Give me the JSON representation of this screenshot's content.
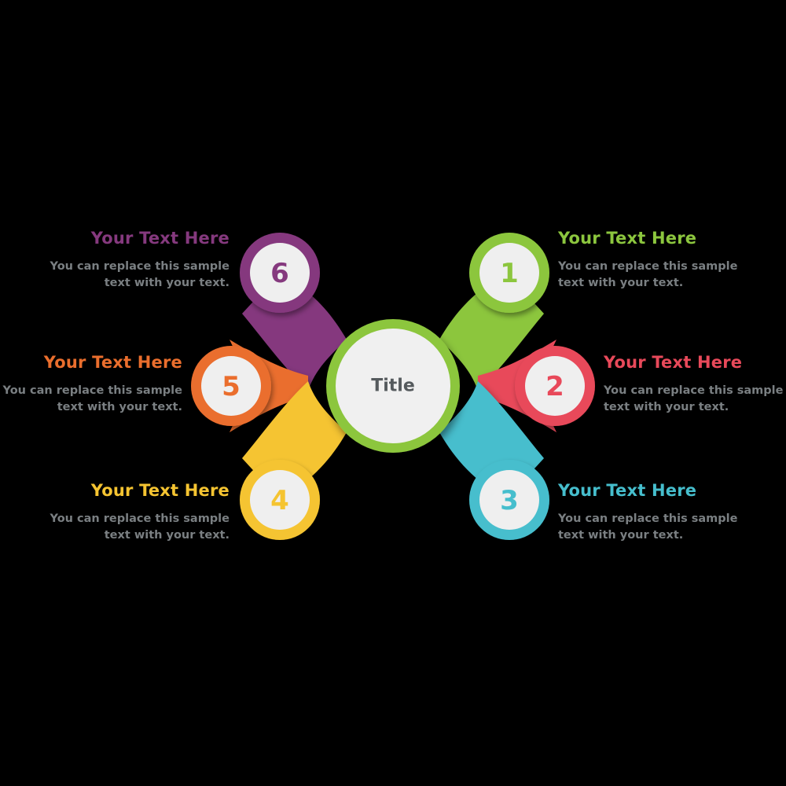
{
  "center": {
    "title": "Title",
    "ring_color": "#8CC63E",
    "fill_color": "#F0F0F0",
    "title_color": "#555A5D"
  },
  "nodes": [
    {
      "number": "1",
      "color": "#8CC63E",
      "heading": "Your Text Here",
      "body": "You can replace this sample text with your text.",
      "side": "right",
      "position": "top-right"
    },
    {
      "number": "2",
      "color": "#E8495A",
      "heading": "Your Text Here",
      "body": "You can replace this sample text with your text.",
      "side": "right",
      "position": "middle-right"
    },
    {
      "number": "3",
      "color": "#46BECD",
      "heading": "Your Text Here",
      "body": "You can replace this sample text with your text.",
      "side": "right",
      "position": "bottom-right"
    },
    {
      "number": "4",
      "color": "#F5C431",
      "heading": "Your Text Here",
      "body": "You can replace this sample text with your text.",
      "side": "left",
      "position": "bottom-left"
    },
    {
      "number": "5",
      "color": "#EA6E2D",
      "heading": "Your Text Here",
      "body": "You can replace this sample text with your text.",
      "side": "left",
      "position": "middle-left"
    },
    {
      "number": "6",
      "color": "#85397E",
      "heading": "Your Text Here",
      "body": "You can replace this sample text with your text.",
      "side": "left",
      "position": "top-left"
    }
  ],
  "style": {
    "body_text_color": "#7A7F82",
    "node_inner_fill": "#EFEFEF",
    "background": "#000000"
  }
}
